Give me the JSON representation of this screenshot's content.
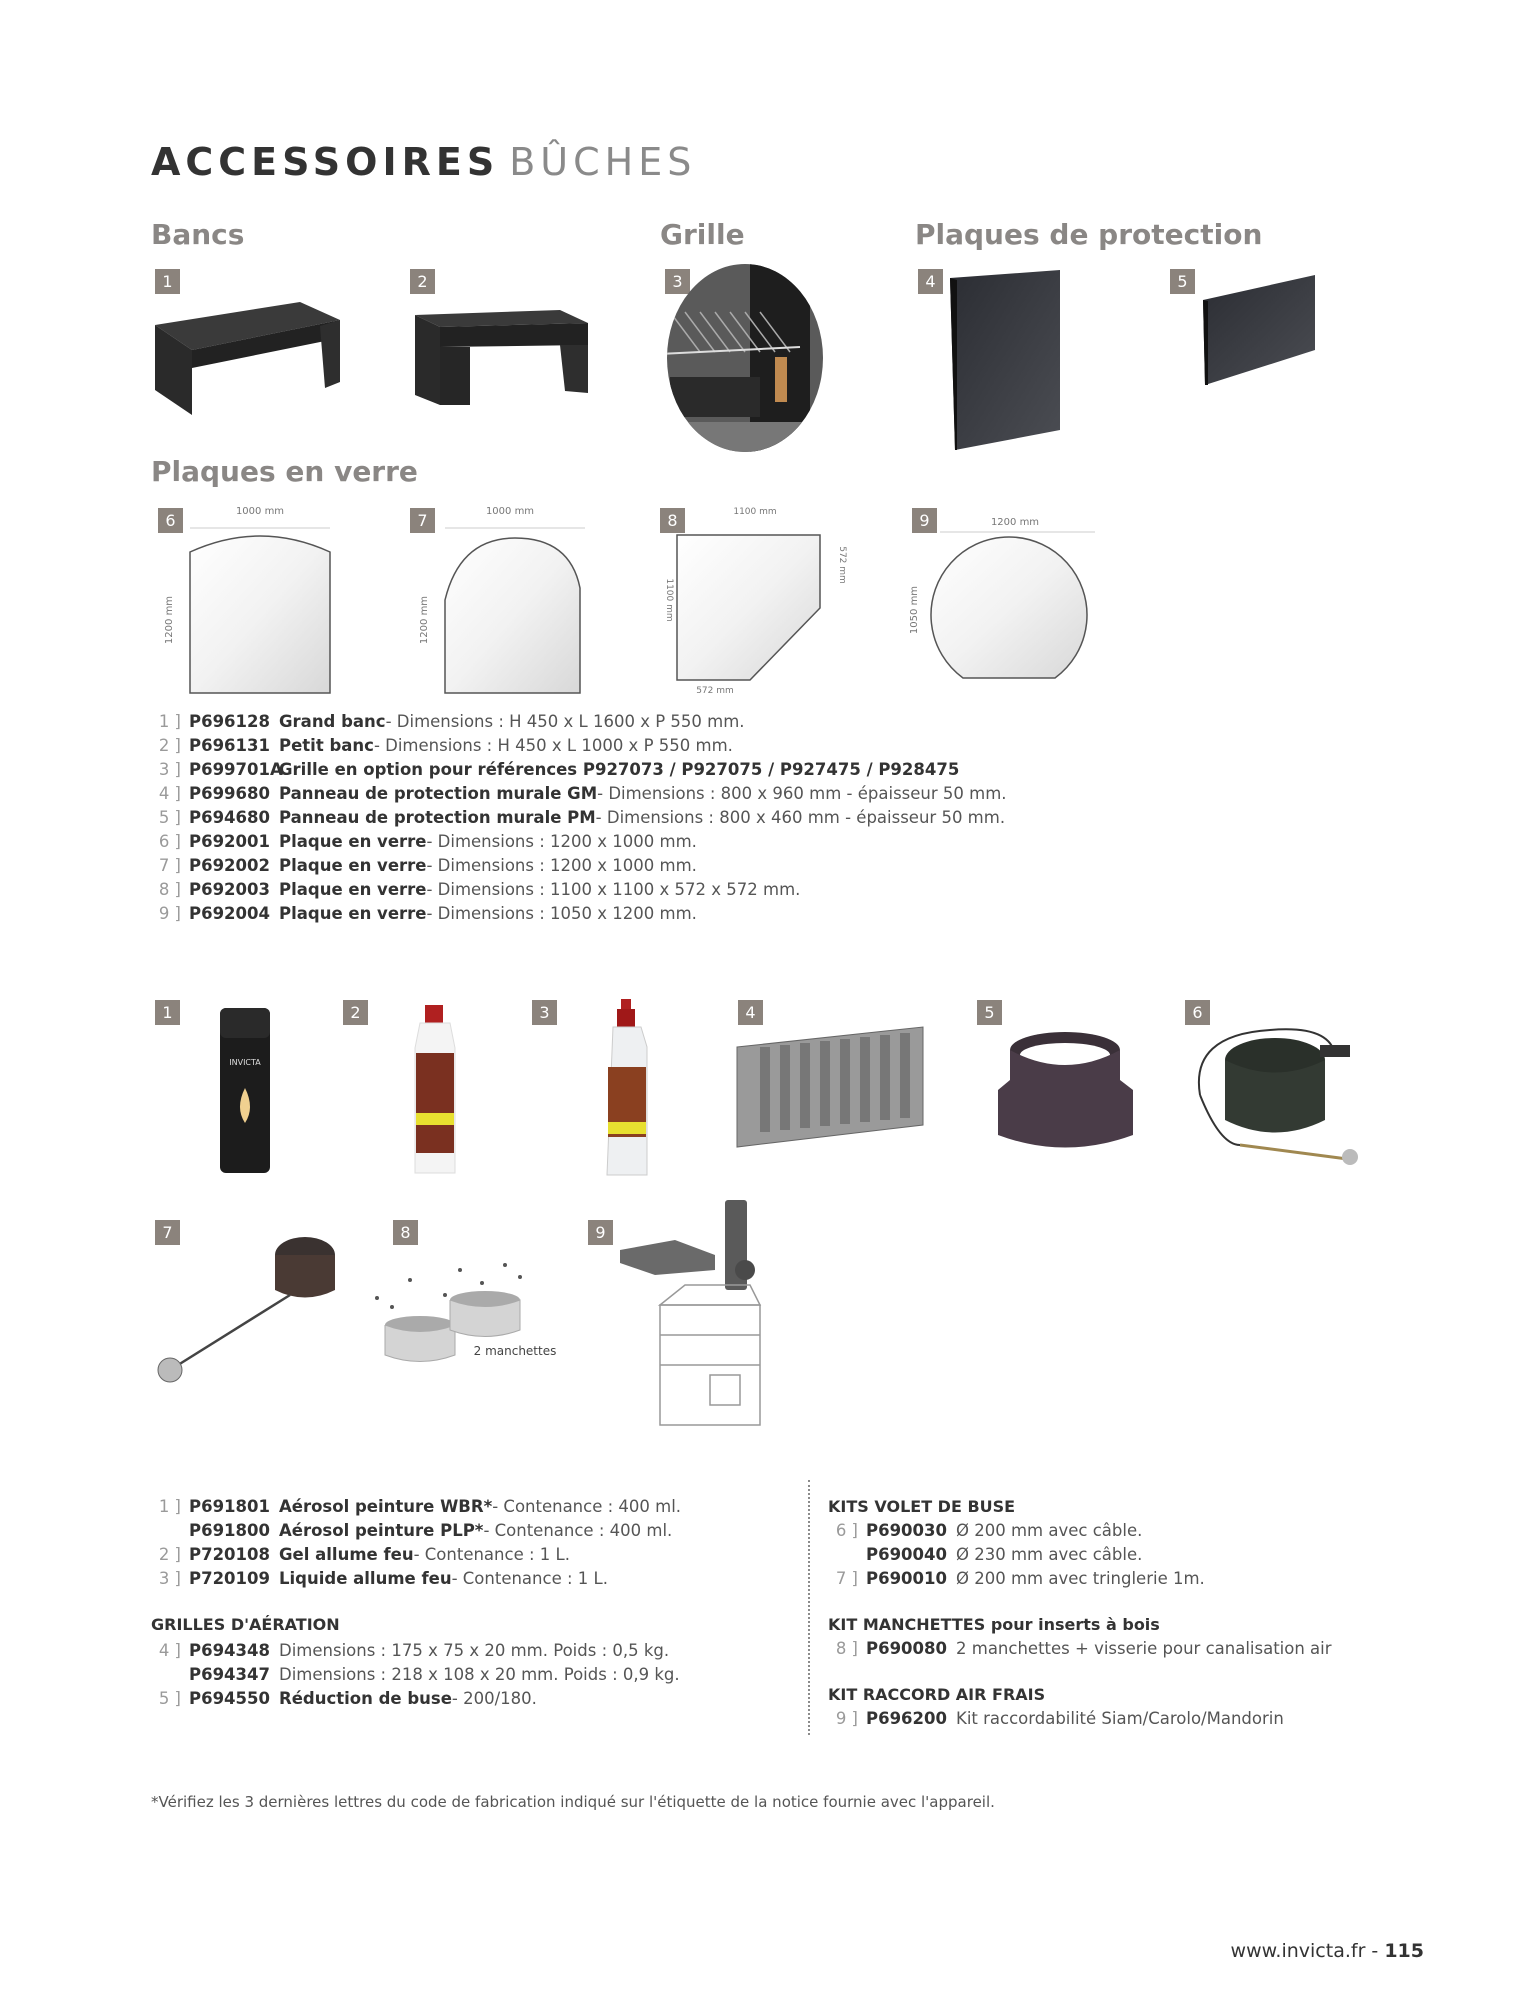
{
  "page": {
    "title_bold": "ACCESSOIRES",
    "title_light": "BÛCHES"
  },
  "top_sections": {
    "bancs": "Bancs",
    "grille": "Grille",
    "plaques_protection": "Plaques de protection",
    "plaques_verre": "Plaques en verre"
  },
  "top_images": [
    {
      "badge": "1",
      "icon": "grand-banc-image"
    },
    {
      "badge": "2",
      "icon": "petit-banc-image"
    },
    {
      "badge": "3",
      "icon": "grille-image"
    },
    {
      "badge": "4",
      "icon": "panneau-gm-image"
    },
    {
      "badge": "5",
      "icon": "panneau-pm-image"
    },
    {
      "badge": "6",
      "icon": "plaque-verre-1-diagram",
      "dim_w": "1000 mm",
      "dim_h": "1200 mm"
    },
    {
      "badge": "7",
      "icon": "plaque-verre-2-diagram",
      "dim_w": "1000 mm",
      "dim_h": "1200 mm"
    },
    {
      "badge": "8",
      "icon": "plaque-verre-3-diagram",
      "dim_w": "1100 mm",
      "dim_h": "1100 mm",
      "dim_side": "572 mm",
      "dim_bottom": "572 mm"
    },
    {
      "badge": "9",
      "icon": "plaque-verre-4-diagram",
      "dim_w": "1200 mm",
      "dim_h": "1050 mm"
    }
  ],
  "top_list": [
    {
      "num": "1 ]",
      "ref": "P696128",
      "name": "Grand banc",
      "desc": " - Dimensions : H 450 x L 1600 x P 550 mm."
    },
    {
      "num": "2 ]",
      "ref": "P696131",
      "name": "Petit banc",
      "desc": " - Dimensions : H 450 x L 1000 x P 550 mm."
    },
    {
      "num": "3 ]",
      "ref": "P699701A",
      "name": "Grille en option pour références P927073 / P927075 / P927475 / P928475",
      "desc": ""
    },
    {
      "num": "4 ]",
      "ref": "P699680",
      "name": "Panneau de protection murale GM",
      "desc": " - Dimensions : 800 x 960 mm - épaisseur 50 mm."
    },
    {
      "num": "5 ]",
      "ref": "P694680",
      "name": "Panneau de protection murale PM",
      "desc": " - Dimensions : 800 x 460 mm - épaisseur 50 mm."
    },
    {
      "num": "6 ]",
      "ref": "P692001",
      "name": "Plaque en verre",
      "desc": " - Dimensions : 1200 x 1000 mm."
    },
    {
      "num": "7 ]",
      "ref": "P692002",
      "name": "Plaque en verre",
      "desc": " - Dimensions : 1200 x 1000 mm."
    },
    {
      "num": "8 ]",
      "ref": "P692003",
      "name": "Plaque en verre",
      "desc": " - Dimensions : 1100 x 1100 x 572 x 572 mm."
    },
    {
      "num": "9 ]",
      "ref": "P692004",
      "name": "Plaque en verre",
      "desc": " - Dimensions : 1050 x 1200 mm."
    }
  ],
  "bottom_images": [
    {
      "badge": "1",
      "icon": "aerosol-image"
    },
    {
      "badge": "2",
      "icon": "gel-allume-feu-image"
    },
    {
      "badge": "3",
      "icon": "liquide-allume-feu-image"
    },
    {
      "badge": "4",
      "icon": "grille-aeration-image"
    },
    {
      "badge": "5",
      "icon": "reduction-buse-image"
    },
    {
      "badge": "6",
      "icon": "volet-buse-cable-image"
    },
    {
      "badge": "7",
      "icon": "volet-buse-tringlerie-image"
    },
    {
      "badge": "8",
      "icon": "manchettes-image",
      "caption": "2 manchettes"
    },
    {
      "badge": "9",
      "icon": "kit-raccord-air-image"
    }
  ],
  "bottom_left": {
    "rows": [
      {
        "num": "1 ]",
        "ref": "P691801",
        "name": "Aérosol peinture WBR*",
        "desc": " - Contenance : 400 ml."
      },
      {
        "num": "",
        "ref": "P691800",
        "name": "Aérosol peinture PLP*",
        "desc": " - Contenance : 400 ml."
      },
      {
        "num": "2 ]",
        "ref": "P720108",
        "name": "Gel allume feu",
        "desc": " - Contenance : 1 L."
      },
      {
        "num": "3 ]",
        "ref": "P720109",
        "name": "Liquide allume feu",
        "desc": " - Contenance : 1 L."
      }
    ],
    "grilles_heading": "GRILLES D'AÉRATION",
    "grilles_rows": [
      {
        "num": "4 ]",
        "ref": "P694348",
        "name": "",
        "desc": "Dimensions : 175 x 75 x 20 mm. Poids : 0,5 kg."
      },
      {
        "num": "",
        "ref": "P694347",
        "name": "",
        "desc": "Dimensions : 218 x 108 x 20 mm. Poids : 0,9 kg."
      },
      {
        "num": "5 ]",
        "ref": "P694550",
        "name": "Réduction de buse",
        "desc": " - 200/180."
      }
    ]
  },
  "bottom_right": {
    "volet_heading": "KITS VOLET DE BUSE",
    "volet_rows": [
      {
        "num": "6 ]",
        "ref": "P690030",
        "desc": "Ø 200 mm avec câble."
      },
      {
        "num": "",
        "ref": "P690040",
        "desc": "Ø 230 mm avec câble."
      },
      {
        "num": "7 ]",
        "ref": "P690010",
        "desc": "Ø 200 mm avec tringlerie 1m."
      }
    ],
    "manchettes_heading": "KIT MANCHETTES pour inserts à bois",
    "manchettes_rows": [
      {
        "num": "8 ]",
        "ref": "P690080",
        "desc": "2 manchettes + visserie pour canalisation air"
      }
    ],
    "raccord_heading": "KIT RACCORD AIR FRAIS",
    "raccord_rows": [
      {
        "num": "9 ]",
        "ref": "P696200",
        "desc": "Kit raccordabilité Siam/Carolo/Mandorin"
      }
    ]
  },
  "footnote": "*Vérifiez les 3 dernières lettres du code de fabrication indiqué sur l'étiquette de la notice fournie avec l'appareil.",
  "footer": {
    "url": "www.invicta.fr",
    "separator": " - ",
    "page_number": "115"
  },
  "colors": {
    "badge": "#8b837c",
    "section_title": "#8a8785",
    "text_dark": "#333333",
    "text_light": "#555555"
  }
}
